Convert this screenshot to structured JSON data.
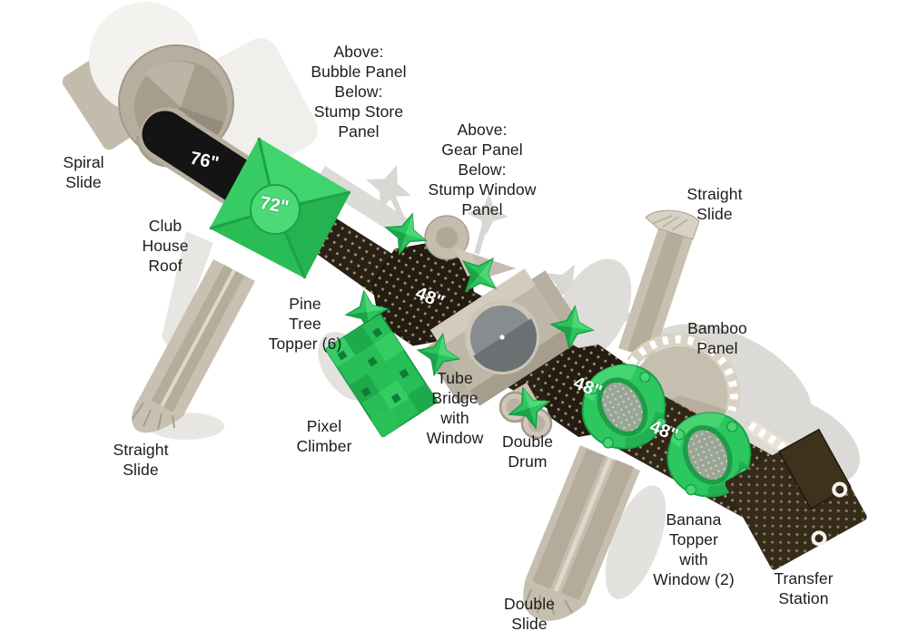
{
  "diagram": {
    "type": "playground-equipment-top-view",
    "background": "#ffffff",
    "colors": {
      "component_green": "#2cc55c",
      "component_green_dark": "#1b9e48",
      "component_green_light": "#52db7e",
      "plastic_tan": "#c7bfb0",
      "plastic_tan_dark": "#a99f8f",
      "deck_brown": "#2a2114",
      "slide_black": "#141414",
      "shadow_gray": "#deddd9",
      "label_text": "#1c1c1c",
      "dimension_text": "#ffffff"
    },
    "labels": {
      "spiral_slide": "Spiral\nSlide",
      "club_house_roof": "Club\nHouse\nRoof",
      "above_bubble_panel": "Above:\nBubble Panel\nBelow:\nStump Store\nPanel",
      "above_gear_panel": "Above:\nGear Panel\nBelow:\nStump Window\nPanel",
      "straight_slide_top": "Straight\nSlide",
      "pine_tree_topper": "Pine\nTree\nTopper (6)",
      "bamboo_panel": "Bamboo\nPanel",
      "tube_bridge": "Tube\nBridge\nwith\nWindow",
      "pixel_climber": "Pixel\nClimber",
      "straight_slide_bottom": "Straight\nSlide",
      "double_drum": "Double\nDrum",
      "banana_topper": "Banana\nTopper\nwith\nWindow (2)",
      "transfer_station": "Transfer\nStation",
      "double_slide": "Double\nSlide"
    },
    "dimensions": {
      "club_house_slide": "76\"",
      "club_house_roof": "72\"",
      "deck_1": "48\"",
      "deck_2": "48\"",
      "deck_3": "48\""
    }
  }
}
